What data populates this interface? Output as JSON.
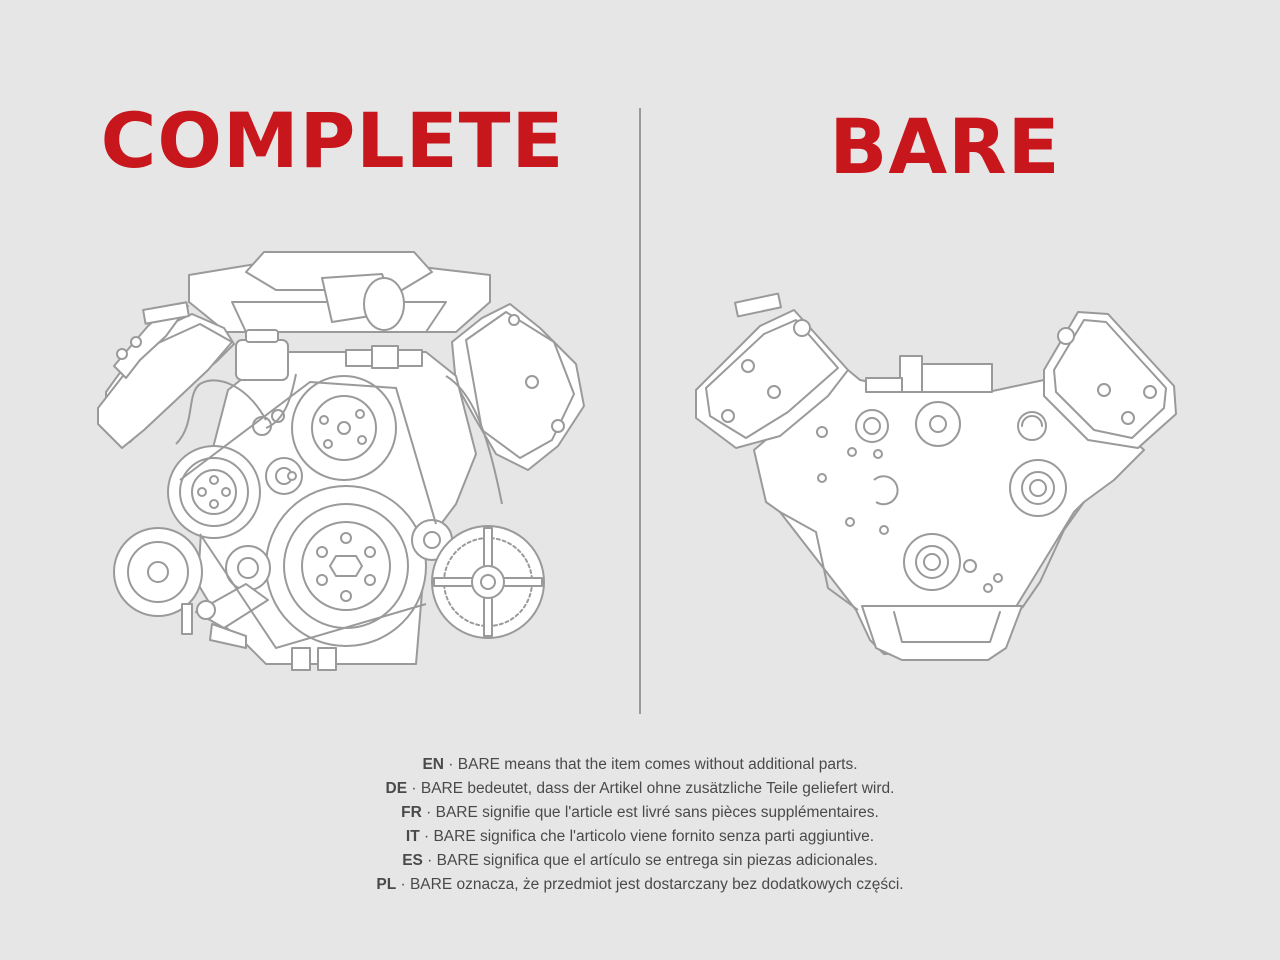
{
  "titles": {
    "complete": "COMPLETE",
    "bare": "BARE"
  },
  "colors": {
    "accent": "#c8161d",
    "background": "#e6e6e6",
    "line_art": "#9a9a9a",
    "text": "#4a4a4a"
  },
  "illustrations": {
    "complete": "complete-engine-illustration",
    "bare": "bare-engine-block-illustration"
  },
  "notes": [
    {
      "lang": "EN",
      "sep": " · ",
      "text": "BARE means that the item comes without additional parts."
    },
    {
      "lang": "DE",
      "sep": " · ",
      "text": "BARE bedeutet, dass der Artikel ohne zusätzliche Teile geliefert wird."
    },
    {
      "lang": "FR",
      "sep": " · ",
      "text": "BARE signifie que l'article est livré sans pièces supplémentaires."
    },
    {
      "lang": "IT",
      "sep": " · ",
      "text": "BARE significa che l'articolo viene fornito senza parti aggiuntive."
    },
    {
      "lang": "ES",
      "sep": " · ",
      "text": "BARE significa que el artículo se entrega sin piezas adicionales."
    },
    {
      "lang": "PL",
      "sep": " · ",
      "text": "BARE oznacza, że przedmiot jest dostarczany bez dodatkowych części."
    }
  ]
}
